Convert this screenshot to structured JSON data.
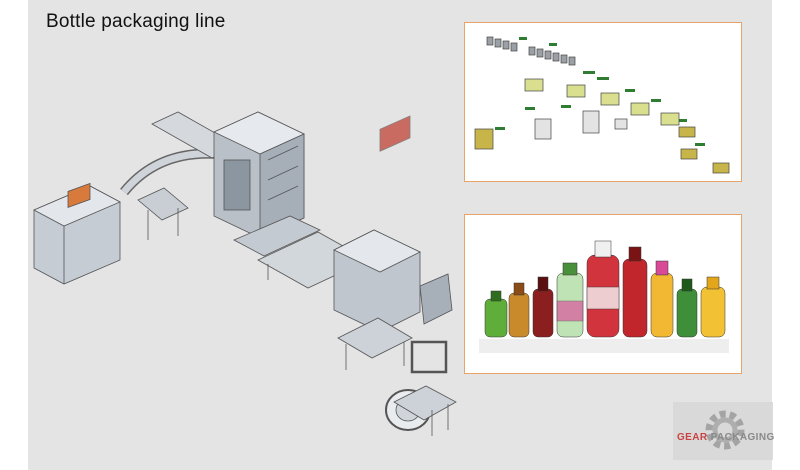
{
  "slide": {
    "title": "Bottle packaging line"
  },
  "logo": {
    "part1": "GEAR",
    "part2": " PACKAGING"
  },
  "colors": {
    "background": "#e4e4e4",
    "panel_border": "#e8a36b",
    "machine_steel": "#9aa3ad",
    "conveyor_green": "#2e7d32",
    "carton_yellow": "#c8b54a",
    "logo_red": "#c62828"
  }
}
